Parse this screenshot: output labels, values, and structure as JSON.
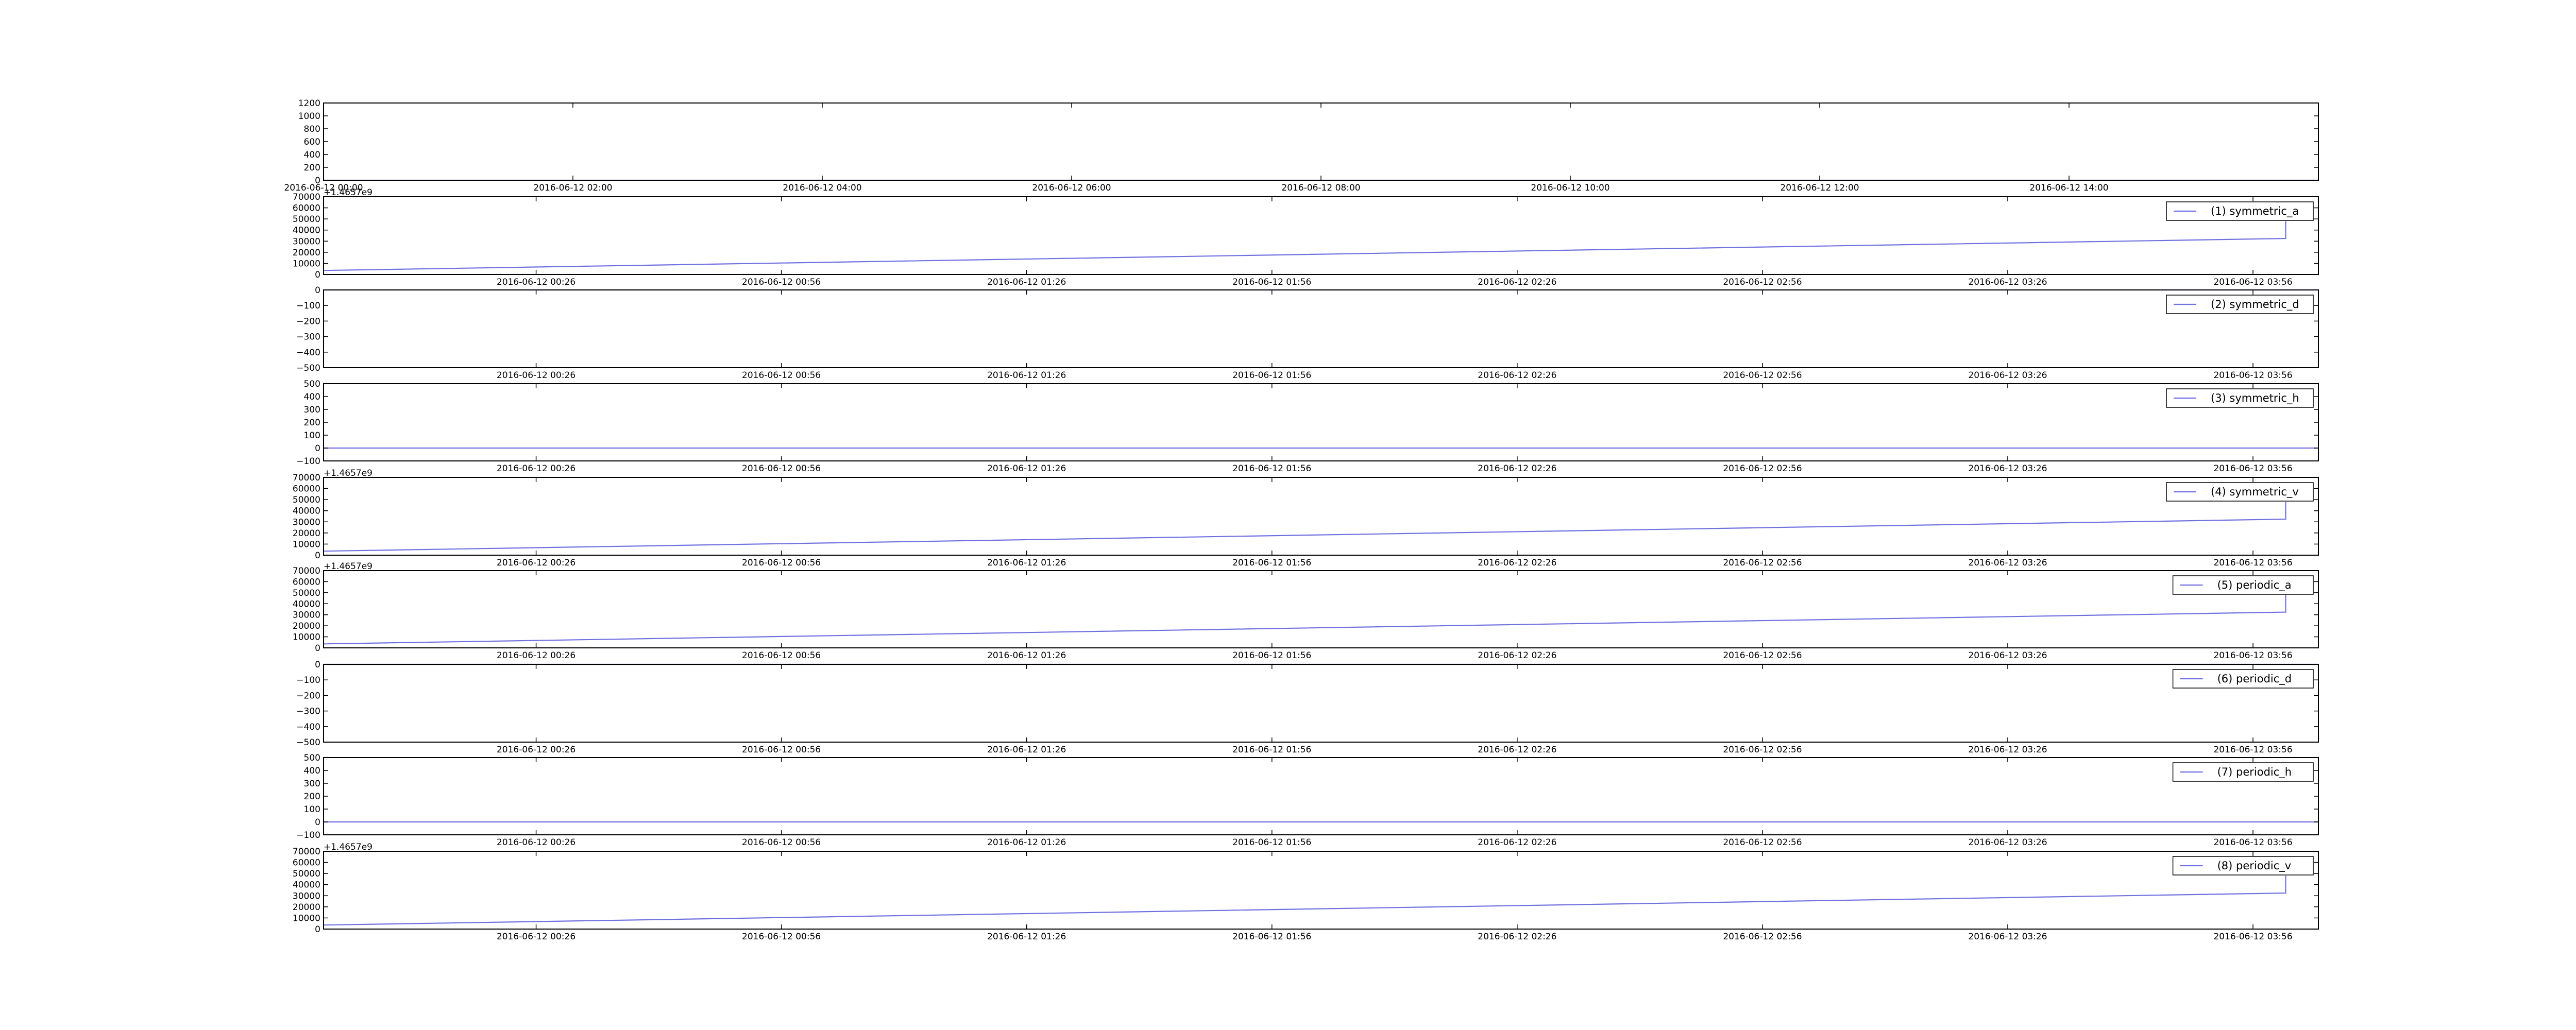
{
  "colors": {
    "line": "#7070e0",
    "axes": "#000000",
    "background": "#ffffff"
  },
  "chart_data": [
    {
      "type": "line",
      "legend": null,
      "offset_text": "",
      "x_ticks": [
        "2016-06-12 00:00",
        "2016-06-12 02:00",
        "2016-06-12 04:00",
        "2016-06-12 06:00",
        "2016-06-12 08:00",
        "2016-06-12 10:00",
        "2016-06-12 12:00",
        "2016-06-12 14:00"
      ],
      "x_tick_pos": [
        0,
        2,
        4,
        6,
        8,
        10,
        12,
        14
      ],
      "x_range": [
        0,
        16
      ],
      "y_ticks": [
        "0",
        "200",
        "400",
        "600",
        "800",
        "1000",
        "1200"
      ],
      "y_range": [
        0,
        1200
      ],
      "series": [
        {
          "points": [
            [
              0,
              0
            ],
            [
              16,
              0
            ]
          ]
        }
      ]
    },
    {
      "type": "line",
      "legend": "(1) symmetric_a",
      "legend_position": "top-right",
      "offset_text": "+1.4657e9",
      "x_ticks": [
        "2016-06-12 00:26",
        "2016-06-12 00:56",
        "2016-06-12 01:26",
        "2016-06-12 01:56",
        "2016-06-12 02:26",
        "2016-06-12 02:56",
        "2016-06-12 03:26",
        "2016-06-12 03:56"
      ],
      "x_tick_pos": [
        26,
        56,
        86,
        116,
        146,
        176,
        206,
        236
      ],
      "x_range": [
        0,
        244
      ],
      "y_ticks": [
        "0",
        "10000",
        "20000",
        "30000",
        "40000",
        "50000",
        "60000",
        "70000"
      ],
      "y_range": [
        0,
        70000
      ],
      "series": [
        {
          "points": [
            [
              0,
              3600
            ],
            [
              240,
              32400
            ],
            [
              240,
              48000
            ]
          ]
        }
      ]
    },
    {
      "type": "line",
      "legend": "(2) symmetric_d",
      "legend_position": "top-right",
      "offset_text": "",
      "x_ticks": [
        "2016-06-12 00:26",
        "2016-06-12 00:56",
        "2016-06-12 01:26",
        "2016-06-12 01:56",
        "2016-06-12 02:26",
        "2016-06-12 02:56",
        "2016-06-12 03:26",
        "2016-06-12 03:56"
      ],
      "x_tick_pos": [
        26,
        56,
        86,
        116,
        146,
        176,
        206,
        236
      ],
      "x_range": [
        0,
        244
      ],
      "y_ticks": [
        "−500",
        "−400",
        "−300",
        "−200",
        "−100",
        "0"
      ],
      "y_range": [
        -500,
        0
      ],
      "series": [
        {
          "points": [
            [
              0,
              0
            ],
            [
              244,
              0
            ]
          ]
        }
      ]
    },
    {
      "type": "line",
      "legend": "(3) symmetric_h",
      "legend_position": "top-right",
      "offset_text": "",
      "x_ticks": [
        "2016-06-12 00:26",
        "2016-06-12 00:56",
        "2016-06-12 01:26",
        "2016-06-12 01:56",
        "2016-06-12 02:26",
        "2016-06-12 02:56",
        "2016-06-12 03:26",
        "2016-06-12 03:56"
      ],
      "x_tick_pos": [
        26,
        56,
        86,
        116,
        146,
        176,
        206,
        236
      ],
      "x_range": [
        0,
        244
      ],
      "y_ticks": [
        "−100",
        "0",
        "100",
        "200",
        "300",
        "400",
        "500"
      ],
      "y_range": [
        -100,
        500
      ],
      "series": [
        {
          "points": [
            [
              0,
              0
            ],
            [
              244,
              0
            ]
          ]
        }
      ]
    },
    {
      "type": "line",
      "legend": "(4) symmetric_v",
      "legend_position": "top-right",
      "offset_text": "+1.4657e9",
      "x_ticks": [
        "2016-06-12 00:26",
        "2016-06-12 00:56",
        "2016-06-12 01:26",
        "2016-06-12 01:56",
        "2016-06-12 02:26",
        "2016-06-12 02:56",
        "2016-06-12 03:26",
        "2016-06-12 03:56"
      ],
      "x_tick_pos": [
        26,
        56,
        86,
        116,
        146,
        176,
        206,
        236
      ],
      "x_range": [
        0,
        244
      ],
      "y_ticks": [
        "0",
        "10000",
        "20000",
        "30000",
        "40000",
        "50000",
        "60000",
        "70000"
      ],
      "y_range": [
        0,
        70000
      ],
      "series": [
        {
          "points": [
            [
              0,
              3600
            ],
            [
              240,
              32400
            ],
            [
              240,
              48000
            ]
          ]
        }
      ]
    },
    {
      "type": "line",
      "legend": "(5) periodic_a",
      "legend_position": "top-right",
      "offset_text": "+1.4657e9",
      "x_ticks": [
        "2016-06-12 00:26",
        "2016-06-12 00:56",
        "2016-06-12 01:26",
        "2016-06-12 01:56",
        "2016-06-12 02:26",
        "2016-06-12 02:56",
        "2016-06-12 03:26",
        "2016-06-12 03:56"
      ],
      "x_tick_pos": [
        26,
        56,
        86,
        116,
        146,
        176,
        206,
        236
      ],
      "x_range": [
        0,
        244
      ],
      "y_ticks": [
        "0",
        "10000",
        "20000",
        "30000",
        "40000",
        "50000",
        "60000",
        "70000"
      ],
      "y_range": [
        0,
        70000
      ],
      "series": [
        {
          "points": [
            [
              0,
              3600
            ],
            [
              240,
              32400
            ],
            [
              240,
              48000
            ]
          ]
        }
      ]
    },
    {
      "type": "line",
      "legend": "(6) periodic_d",
      "legend_position": "top-right",
      "offset_text": "",
      "x_ticks": [
        "2016-06-12 00:26",
        "2016-06-12 00:56",
        "2016-06-12 01:26",
        "2016-06-12 01:56",
        "2016-06-12 02:26",
        "2016-06-12 02:56",
        "2016-06-12 03:26",
        "2016-06-12 03:56"
      ],
      "x_tick_pos": [
        26,
        56,
        86,
        116,
        146,
        176,
        206,
        236
      ],
      "x_range": [
        0,
        244
      ],
      "y_ticks": [
        "−500",
        "−400",
        "−300",
        "−200",
        "−100",
        "0"
      ],
      "y_range": [
        -500,
        0
      ],
      "series": [
        {
          "points": [
            [
              0,
              0
            ],
            [
              244,
              0
            ]
          ]
        }
      ]
    },
    {
      "type": "line",
      "legend": "(7) periodic_h",
      "legend_position": "top-right",
      "offset_text": "",
      "x_ticks": [
        "2016-06-12 00:26",
        "2016-06-12 00:56",
        "2016-06-12 01:26",
        "2016-06-12 01:56",
        "2016-06-12 02:26",
        "2016-06-12 02:56",
        "2016-06-12 03:26",
        "2016-06-12 03:56"
      ],
      "x_tick_pos": [
        26,
        56,
        86,
        116,
        146,
        176,
        206,
        236
      ],
      "x_range": [
        0,
        244
      ],
      "y_ticks": [
        "−100",
        "0",
        "100",
        "200",
        "300",
        "400",
        "500"
      ],
      "y_range": [
        -100,
        500
      ],
      "series": [
        {
          "points": [
            [
              0,
              0
            ],
            [
              244,
              0
            ]
          ]
        }
      ]
    },
    {
      "type": "line",
      "legend": "(8) periodic_v",
      "legend_position": "top-right",
      "offset_text": "+1.4657e9",
      "x_ticks": [
        "2016-06-12 00:26",
        "2016-06-12 00:56",
        "2016-06-12 01:26",
        "2016-06-12 01:56",
        "2016-06-12 02:26",
        "2016-06-12 02:56",
        "2016-06-12 03:26",
        "2016-06-12 03:56"
      ],
      "x_tick_pos": [
        26,
        56,
        86,
        116,
        146,
        176,
        206,
        236
      ],
      "x_range": [
        0,
        244
      ],
      "y_ticks": [
        "0",
        "10000",
        "20000",
        "30000",
        "40000",
        "50000",
        "60000",
        "70000"
      ],
      "y_range": [
        0,
        70000
      ],
      "series": [
        {
          "points": [
            [
              0,
              3600
            ],
            [
              240,
              32400
            ],
            [
              240,
              48000
            ]
          ]
        }
      ]
    }
  ]
}
